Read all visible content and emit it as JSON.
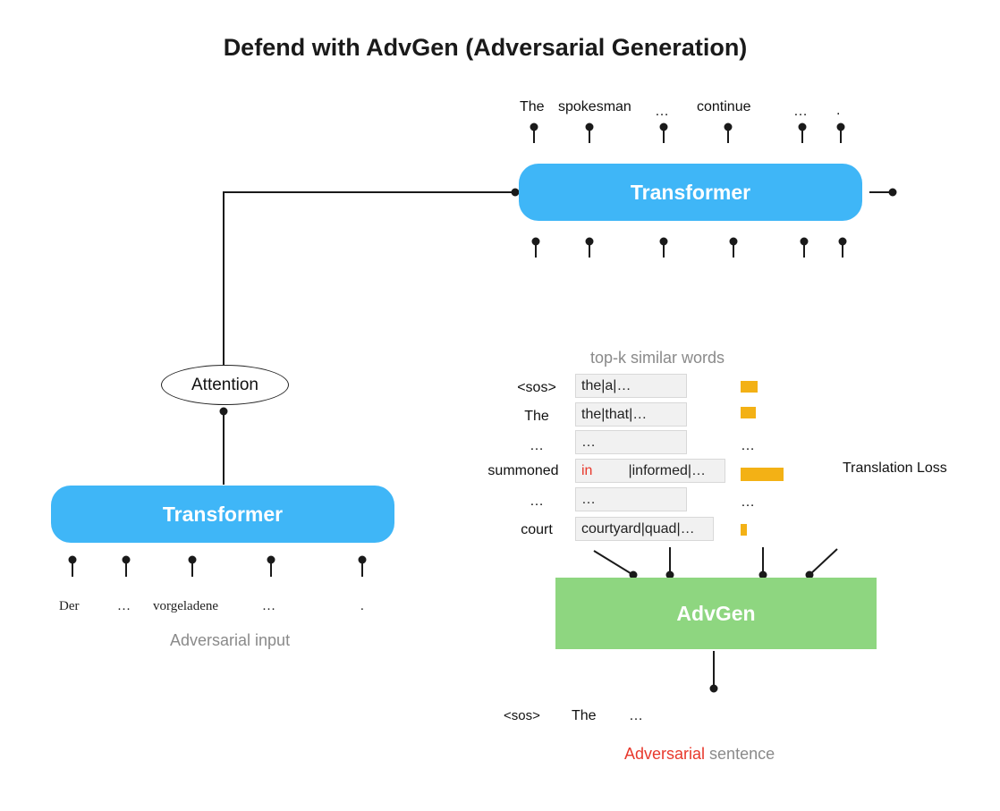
{
  "title": "Defend with AdvGen (Adversarial Generation)",
  "output_tokens": [
    "The",
    "spokesman",
    "…",
    "continue",
    "…",
    "."
  ],
  "decoder_label": "Transformer",
  "encoder_label": "Transformer",
  "attention_label": "Attention",
  "input_tokens": [
    "Der",
    "…",
    "vorgeladene",
    "…",
    "."
  ],
  "input_caption": "Adversarial input",
  "topk": {
    "header": "top-k similar words",
    "rows": [
      {
        "word": "<sos>",
        "candidates": "the|a|…"
      },
      {
        "word": "The",
        "candidates": "the|that|…"
      },
      {
        "word": "…",
        "candidates": "…"
      },
      {
        "word": "summoned",
        "candidates_highlight": "in",
        "candidates": "|informed|…"
      },
      {
        "word": "…",
        "candidates": "…"
      },
      {
        "word": "court",
        "candidates": "courtyard|quad|…"
      }
    ],
    "bar_ellipsis": "…",
    "bar_values": [
      0.4,
      0.35,
      null,
      1.0,
      null,
      0.15
    ]
  },
  "loss_label": "Translation Loss",
  "advgen_label": "AdvGen",
  "sentence_tokens": [
    "<sos>",
    "The",
    "…"
  ],
  "sentence_caption_highlight": "Adversarial",
  "sentence_caption_rest": " sentence",
  "colors": {
    "transformer": "#3fb6f7",
    "advgen": "#8ed680",
    "bar": "#f3b115",
    "highlight": "#e8382c"
  }
}
